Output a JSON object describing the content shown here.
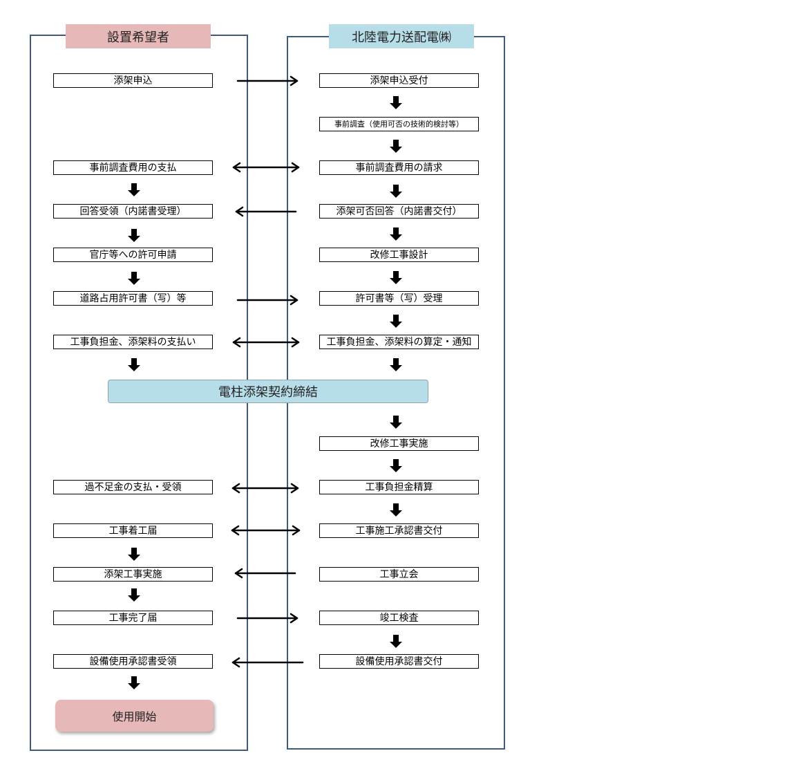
{
  "applicant": {
    "header": "設置希望者",
    "steps": [
      "添架申込",
      "事前調査費用の支払",
      "回答受領（内諾書受理）",
      "官庁等への許可申請",
      "道路占用許可書（写）等",
      "工事負担金、添架料の支払い",
      "過不足金の支払・受領",
      "工事着工届",
      "添架工事実施",
      "工事完了届",
      "設備使用承認書受領"
    ],
    "start": "使用開始"
  },
  "utility": {
    "header": "北陸電力送配電㈱",
    "steps": [
      "添架申込受付",
      "事前調査（使用可否の技術的検討等）",
      "事前調査費用の請求",
      "添架可否回答（内諾書交付）",
      "改修工事設計",
      "許可書等（写）受理",
      "工事負担金、添架料の算定・通知",
      "改修工事実施",
      "工事負担金精算",
      "工事施工承認書交付",
      "工事立会",
      "竣工検査",
      "設備使用承認書交付"
    ]
  },
  "contract": "電柱添架契約締結",
  "colors": {
    "applicant_header": "#e6b9b8",
    "utility_header": "#b7dde8",
    "lane_border": "#3f5a7a"
  }
}
